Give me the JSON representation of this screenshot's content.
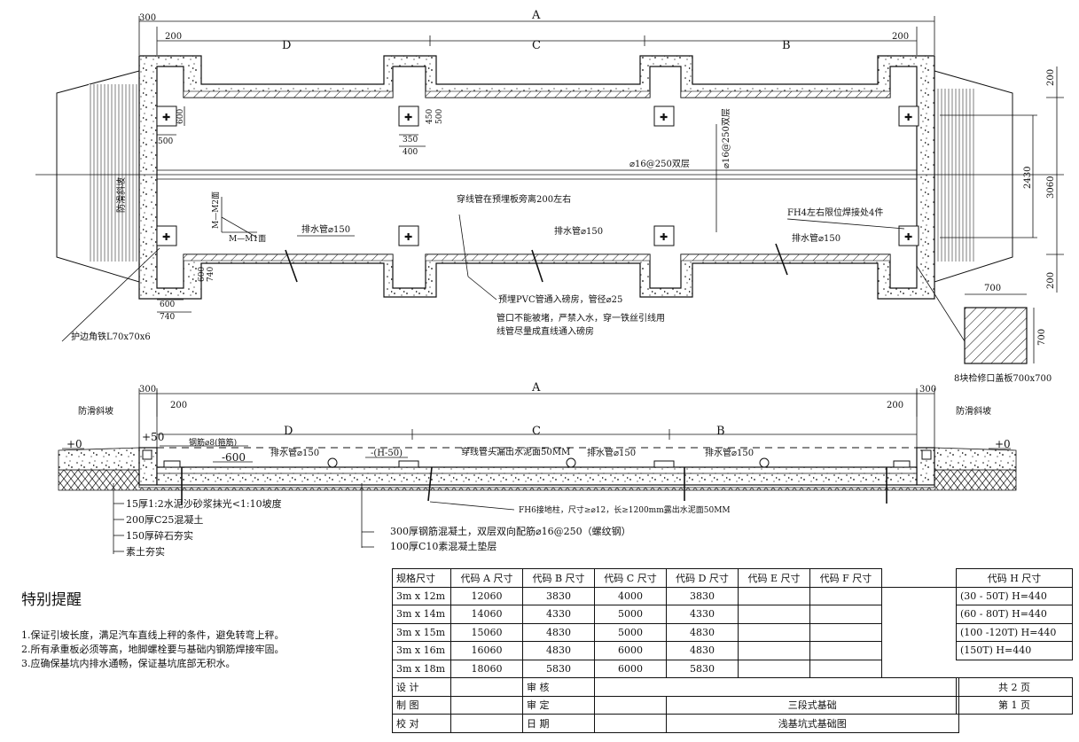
{
  "plan": {
    "dim_A": "A",
    "dim_B": "B",
    "dim_C": "C",
    "dim_D": "D",
    "d300": "300",
    "d200L": "200",
    "d200R": "200",
    "d600": "600",
    "d500": "500",
    "d450": "450",
    "d500b": "500",
    "d350": "350",
    "d400": "400",
    "d600b": "600",
    "d740": "740",
    "d600c": "600",
    "d740b": "740",
    "d200t": "200",
    "d2430": "2430",
    "d3060": "3060",
    "d200b": "200",
    "ramp": "防滑斜坡",
    "rebar_h": "⌀16@250双层",
    "rebar_v": "⌀16@250双层",
    "section_m": "M—M1面",
    "section_m2": "M—M2面",
    "drain1": "排水管⌀150",
    "drain2": "排水管⌀150",
    "drain3": "排水管⌀150",
    "cable_note": "穿线管在预埋板旁离200左右",
    "limit_note": "FH4左右限位焊接处4件",
    "pvc_note": "预埋PVC管通入磅房，管径⌀25",
    "pvc_note2": "管口不能被堵，严禁入水，穿一铁丝引线用",
    "pvc_note3": "线管尽量成直线通入磅房",
    "angle_iron": "护边角铁L70x70x6",
    "cover_700w": "700",
    "cover_700h": "700",
    "cover_note": "8块检修口盖板700x700"
  },
  "section": {
    "dim_A": "A",
    "dim_B": "B",
    "dim_C": "C",
    "dim_D": "D",
    "d300L": "300",
    "d300R": "300",
    "d200L": "200",
    "d200R": "200",
    "rampL": "防滑斜坡",
    "rampR": "防滑斜坡",
    "zeroL": "+0",
    "zeroR": "+0",
    "plus50": "+50",
    "rebar8": "钢筋⌀8(箍筋)",
    "minus600": "-600",
    "h50": "-(H-50)",
    "drain1": "排水管⌀150",
    "drain2": "排水管⌀150",
    "drain3": "排水管⌀150",
    "cable": "穿线管头漏出水泥面50MM",
    "ground": "FH6接地柱，尺寸≥⌀12，长≥1200mm露出水泥面50MM",
    "layer1": "15厚1:2水泥沙砂浆抹光<1:10坡度",
    "layer2": "200厚C25混凝土",
    "layer3": "150厚碎石夯实",
    "layer4": "素土夯实",
    "layer5": "300厚钢筋混凝土，双层双向配筋⌀16@250（螺纹钢）",
    "layer6": "100厚C10素混凝土垫层"
  },
  "notes": {
    "title": "特别提醒",
    "items": [
      "1.保证引坡长度，满足汽车直线上秤的条件，避免转弯上秤。",
      "2.所有承重板必须等高，地脚螺栓要与基础内钢筋焊接牢固。",
      "3.应确保基坑内排水通畅，保证基坑底部无积水。"
    ]
  },
  "spec_table": {
    "headers": [
      "规格尺寸",
      "代码 A 尺寸",
      "代码 B 尺寸",
      "代码 C 尺寸",
      "代码 D 尺寸",
      "代码 E 尺寸",
      "代码 F 尺寸"
    ],
    "rows": [
      [
        "3m x 12m",
        "12060",
        "3830",
        "4000",
        "3830",
        "",
        ""
      ],
      [
        "3m x 14m",
        "14060",
        "4330",
        "5000",
        "4330",
        "",
        ""
      ],
      [
        "3m x 15m",
        "15060",
        "4830",
        "5000",
        "4830",
        "",
        ""
      ],
      [
        "3m x 16m",
        "16060",
        "4830",
        "6000",
        "4830",
        "",
        ""
      ],
      [
        "3m x 18m",
        "18060",
        "5830",
        "6000",
        "5830",
        "",
        ""
      ]
    ]
  },
  "h_table": {
    "header": "代码 H 尺寸",
    "rows": [
      "(30 - 50T) H=440",
      "(60 - 80T) H=440",
      "(100 -120T) H=440",
      "(150T) H=440"
    ]
  },
  "title_block": {
    "design": "设 计",
    "review": "审 核",
    "draw": "制 图",
    "approve": "审 定",
    "check": "校 对",
    "date": "日 期",
    "title1": "三段式基础",
    "title2": "浅基坑式基础图",
    "total": "共 2 页",
    "page": "第 1 页"
  }
}
